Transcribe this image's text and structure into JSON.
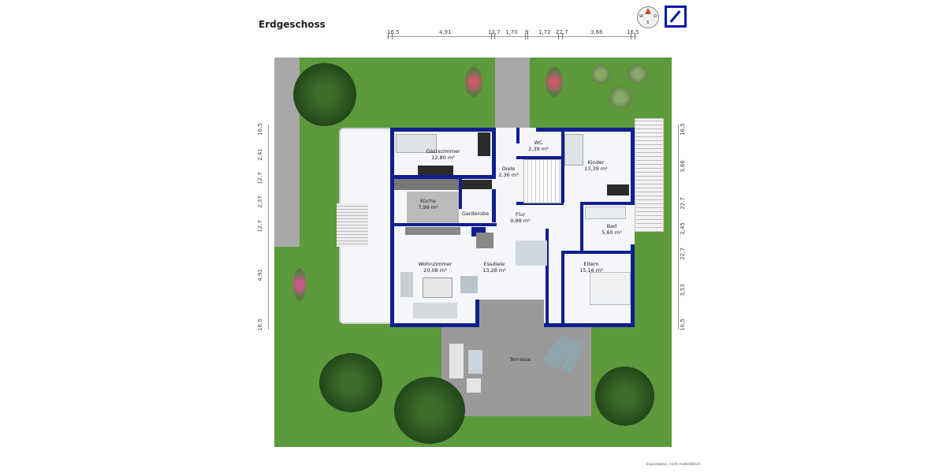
{
  "title": "Erdgeschoss",
  "logo": {
    "name": "bank-logo",
    "color": "#0018a8"
  },
  "compass": {
    "letters": [
      "N",
      "W",
      "O",
      "S"
    ]
  },
  "dimensions": {
    "top": [
      "16,5",
      "4,91",
      "12,7",
      "1,70",
      "9",
      "1,72",
      "22,7",
      "3,66",
      "16,5"
    ],
    "left": [
      "16,5",
      "2,41",
      "12,7",
      "2,37",
      "12,7",
      "4,91",
      "16,5"
    ],
    "right": [
      "16,5",
      "3,66",
      "22,7",
      "2,45",
      "22,7",
      "3,53",
      "16,5"
    ]
  },
  "rooms": [
    {
      "name": "Gästezimmer",
      "area": "12,80 m²"
    },
    {
      "name": "WC",
      "area": "2,39 m²"
    },
    {
      "name": "Diele",
      "area": "2,36 m²"
    },
    {
      "name": "Kinder",
      "area": "13,39 m²"
    },
    {
      "name": "Küche",
      "area": "7,99 m²"
    },
    {
      "name": "Garderobe",
      "area": ""
    },
    {
      "name": "Flur",
      "area": "9,88 m²"
    },
    {
      "name": "Bad",
      "area": "5,60 m²"
    },
    {
      "name": "Wohnzimmer",
      "area": "20,08 m²"
    },
    {
      "name": "Essdiele",
      "area": "13,28 m²"
    },
    {
      "name": "Eltern",
      "area": "15,16 m²"
    },
    {
      "name": "Terrasse",
      "area": ""
    }
  ],
  "colors": {
    "wall": "#0f1f8f",
    "garden": "#5c9a3c",
    "paving": "#9a9a9a"
  },
  "footer": "Exposéplan, nicht maßstäblich"
}
